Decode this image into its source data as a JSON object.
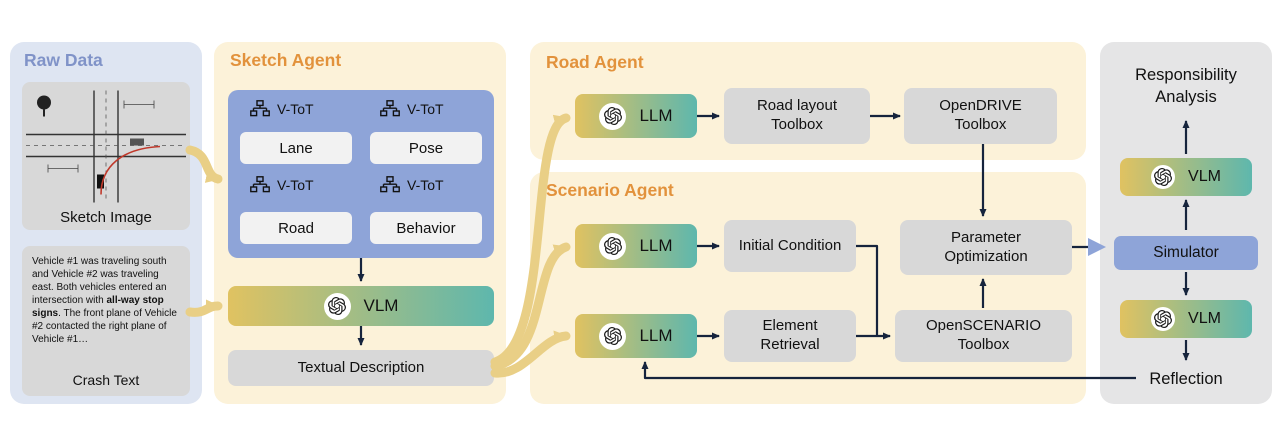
{
  "raw_data": {
    "title": "Raw Data",
    "sketch_label": "Sketch Image",
    "crash_label": "Crash Text",
    "crash_text": {
      "pre": "Vehicle #1 was traveling south and Vehicle #2 was traveling east. Both vehicles entered an intersection with ",
      "bold": "all-way stop signs",
      "post": ". The front plane of Vehicle #2 contacted the right plane of Vehicle #1…"
    }
  },
  "sketch_agent": {
    "title": "Sketch Agent",
    "vtot_label": "V-ToT",
    "nodes": [
      "Lane",
      "Pose",
      "Road",
      "Behavior"
    ],
    "vlm_label": "VLM",
    "textual_description": "Textual Description"
  },
  "road_agent": {
    "title": "Road Agent",
    "llm_label": "LLM",
    "road_layout_toolbox": "Road layout Toolbox",
    "opendrive_toolbox": "OpenDRIVE Toolbox"
  },
  "scenario_agent": {
    "title": "Scenario Agent",
    "llm_label": "LLM",
    "initial_condition": "Initial Condition",
    "element_retrieval": "Element Retrieval",
    "parameter_optimization": "Parameter Optimization",
    "openscenario_toolbox": "OpenSCENARIO Toolbox"
  },
  "evaluation": {
    "responsibility_analysis": "Responsibility Analysis",
    "vlm_label": "VLM",
    "simulator": "Simulator",
    "reflection": "Reflection"
  },
  "colors": {
    "panel_cream": "#fcf2d9",
    "panel_lavender": "#dee5f2",
    "panel_gray": "#e5e5e6",
    "accent_orange": "#e2923c",
    "accent_blue": "#8093c8",
    "node_blue": "#8ea4d8",
    "box_gray": "#d8d8d8",
    "gradient_start": "#e0c261",
    "gradient_end": "#5eb7ad",
    "flow_arrow_tan": "#e9cf86",
    "line_dark": "#16243d"
  }
}
